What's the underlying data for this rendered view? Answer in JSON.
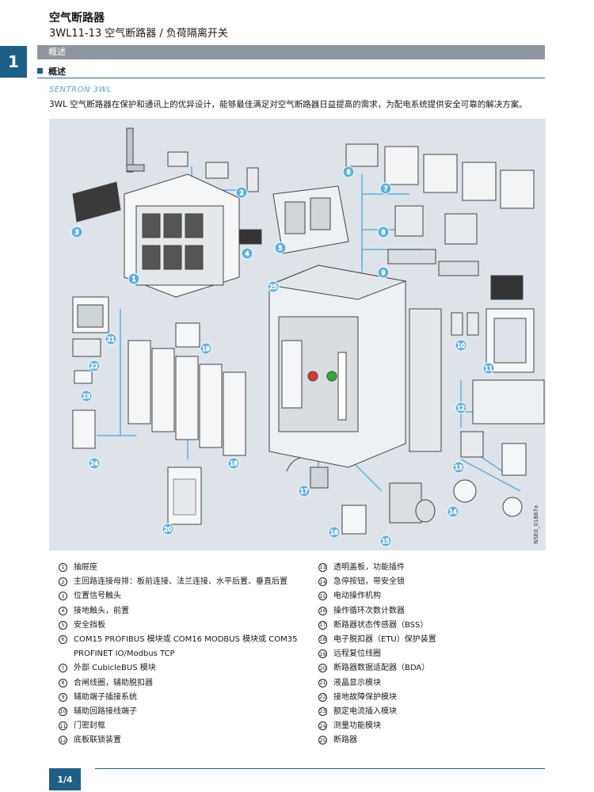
{
  "header": {
    "title": "空气断路器",
    "subtitle": "3WL11-13 空气断路器 / 负荷隔离开关"
  },
  "section": {
    "chapter_number": "1",
    "bar_title": "概述",
    "subheading": "概述",
    "brand": "SENTRON 3WL",
    "description": "3WL 空气断路器在保护和通讯上的优异设计，能够最佳满足对空气断路器日益提高的需求，为配电系统提供安全可靠的解决方案。"
  },
  "figure": {
    "id_label": "NSE0_01887a",
    "callouts": [
      "1",
      "2",
      "3",
      "4",
      "5",
      "6",
      "7",
      "8",
      "9",
      "10",
      "11",
      "12",
      "13",
      "14",
      "15",
      "16",
      "17",
      "18",
      "19",
      "20",
      "21",
      "22",
      "23",
      "24",
      "25"
    ]
  },
  "legend": {
    "left": [
      {
        "num": "1",
        "text": "抽屉座"
      },
      {
        "num": "2",
        "text": "主回路连接母排：板前连接、法兰连接、水平后置、垂直后置"
      },
      {
        "num": "3",
        "text": "位置信号触头"
      },
      {
        "num": "4",
        "text": "接地触头，前置"
      },
      {
        "num": "5",
        "text": "安全挡板"
      },
      {
        "num": "6",
        "text": "COM15 PROFIBUS 模块或 COM16 MODBUS 模块或 COM35",
        "text2": "PROFINET IO/Modbus TCP"
      },
      {
        "num": "7",
        "text": "外部 CubicleBUS 模块"
      },
      {
        "num": "8",
        "text": "合闸线圈，辅助脱扣器"
      },
      {
        "num": "9",
        "text": "辅助端子插接系统"
      },
      {
        "num": "10",
        "text": "辅助回路接线端子"
      },
      {
        "num": "11",
        "text": "门密封框"
      },
      {
        "num": "12",
        "text": "底板联锁装置"
      }
    ],
    "right": [
      {
        "num": "13",
        "text": "透明盖板，功能插件"
      },
      {
        "num": "14",
        "text": "急停按钮，带安全锁"
      },
      {
        "num": "15",
        "text": "电动操作机构"
      },
      {
        "num": "16",
        "text": "操作循环次数计数器"
      },
      {
        "num": "17",
        "text": "断路器状态传感器（BSS）"
      },
      {
        "num": "18",
        "text": "电子脱扣器（ETU）保护装置"
      },
      {
        "num": "19",
        "text": "远程复位线圈"
      },
      {
        "num": "20",
        "text": "断路器数据适配器（BDA）"
      },
      {
        "num": "21",
        "text": "液晶显示模块"
      },
      {
        "num": "22",
        "text": "接地故障保护模块"
      },
      {
        "num": "23",
        "text": "额定电流插入模块"
      },
      {
        "num": "24",
        "text": "测量功能模块"
      },
      {
        "num": "25",
        "text": "断路器"
      }
    ]
  },
  "footer": {
    "page": "1/4"
  },
  "colors": {
    "accent": "#1c5f87",
    "section_bar": "#8e979f",
    "figure_bg": "#dde3e8",
    "callout_line": "#5ab0e0"
  }
}
